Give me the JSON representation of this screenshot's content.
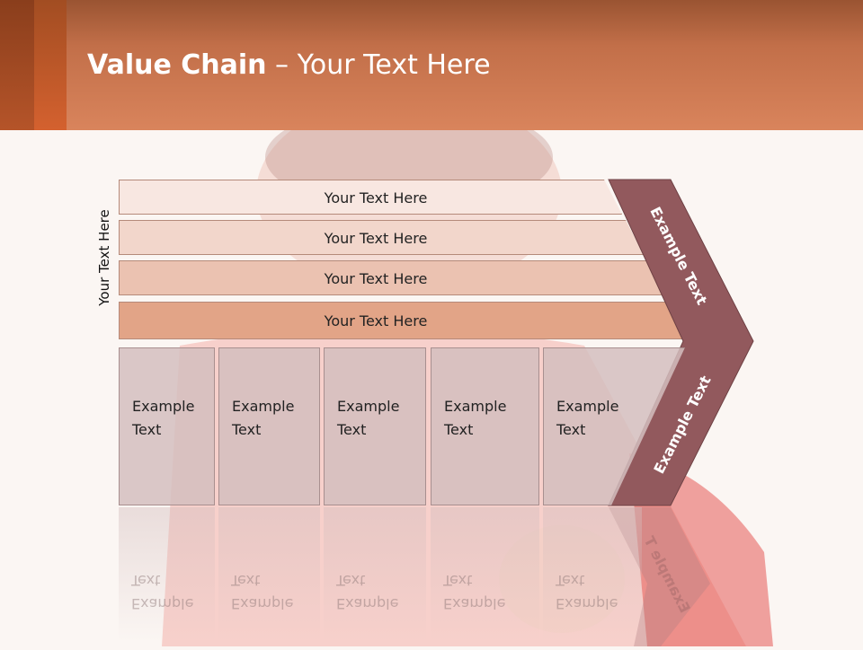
{
  "title": {
    "bold": "Value Chain",
    "rest": " – Your Text Here"
  },
  "side_label": "Your Text Here",
  "bands": [
    {
      "label": "Your Text Here"
    },
    {
      "label": "Your Text Here"
    },
    {
      "label": "Your Text Here"
    },
    {
      "label": "Your Text Here"
    }
  ],
  "columns": [
    {
      "line1": "Example",
      "line2": "Text"
    },
    {
      "line1": "Example",
      "line2": "Text"
    },
    {
      "line1": "Example",
      "line2": "Text"
    },
    {
      "line1": "Example",
      "line2": "Text"
    },
    {
      "line1": "Example",
      "line2": "Text"
    }
  ],
  "chevron": {
    "top_label": "Example Text",
    "bottom_label": "Example Text",
    "reflection_label": "Example T"
  },
  "colors": {
    "header": "#d9845c",
    "chevron": "#92595d",
    "columns": "#d4bebe"
  }
}
